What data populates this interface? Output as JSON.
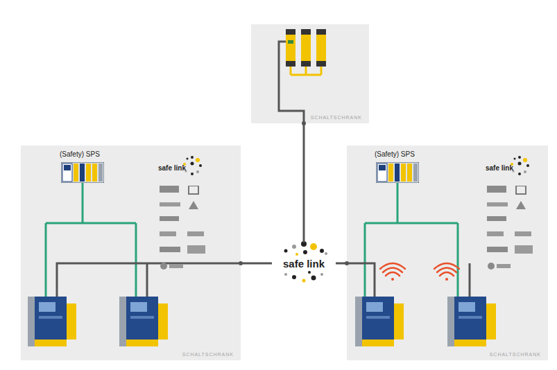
{
  "diagram": {
    "nodes": [
      {
        "text": [
          "SCHALTSCHRANK"
        ]
      },
      {
        "text": [
          "SCHALTSCHRANK"
        ]
      },
      {
        "text": [
          "(Safety) SPS"
        ],
        "in": 1
      },
      {
        "text": [
          "safe link"
        ]
      },
      {
        "text": [
          "SCHALTSCHRANK"
        ]
      },
      {
        "text": [
          "(Safety) SPS"
        ],
        "in": 4
      }
    ],
    "edges": [
      {
        "from": 3,
        "to": 0,
        "arrow": "none"
      },
      {
        "from": 3,
        "to": 1,
        "arrow": "none"
      },
      {
        "from": 3,
        "to": 4,
        "arrow": "none"
      }
    ],
    "labels": [
      "safe link",
      "safe link"
    ]
  }
}
